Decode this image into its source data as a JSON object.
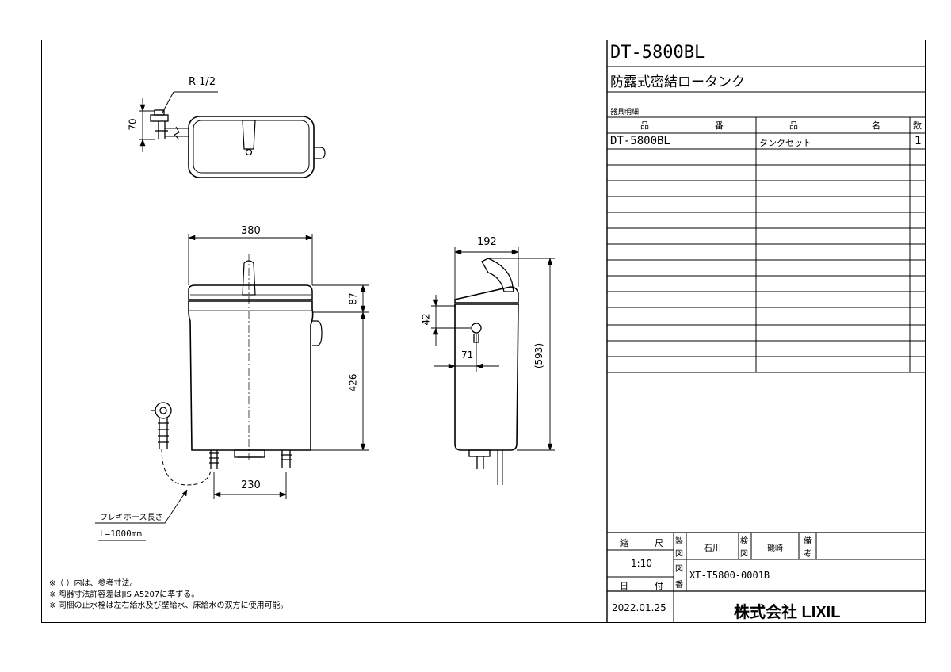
{
  "title_block": {
    "model": "DT-5800BL",
    "product_name": "防露式密結ロータンク",
    "parts_header": "器具明細",
    "col_part_no_1": "品",
    "col_part_no_2": "番",
    "col_name_1": "品",
    "col_name_2": "名",
    "col_qty": "数",
    "rows": [
      {
        "part_no": "DT-5800BL",
        "name": "タンクセット",
        "qty": "1"
      }
    ],
    "scale_label_1": "縮",
    "scale_label_2": "尺",
    "scale_value": "1:10",
    "date_label_1": "日",
    "date_label_2": "付",
    "date_value": "2022.01.25",
    "drawn_label_1": "製",
    "drawn_label_2": "図",
    "drawn_by": "石川",
    "checked_label_1": "検",
    "checked_label_2": "図",
    "checked_by": "磯崎",
    "remarks_label_1": "備",
    "remarks_label_2": "考",
    "drawing_no_label_1": "図",
    "drawing_no_label_2": "番",
    "drawing_no": "XT-T5800-0001B",
    "company": "株式会社 LIXIL"
  },
  "dimensions": {
    "r_thread": "R 1/2",
    "d70": "70",
    "d380": "380",
    "d87": "87",
    "d426": "426",
    "d230": "230",
    "d192": "192",
    "d42": "42",
    "d71": "71",
    "d593": "(593)"
  },
  "hose_note": {
    "label": "フレキホース長さ",
    "length": "L=1000mm"
  },
  "notes": [
    "※（ ）内は、参考寸法。",
    "※ 陶器寸法許容差はJIS A5207に準ずる。",
    "※ 同梱の止水栓は左右給水及び壁給水、床給水の双方に使用可能。"
  ]
}
